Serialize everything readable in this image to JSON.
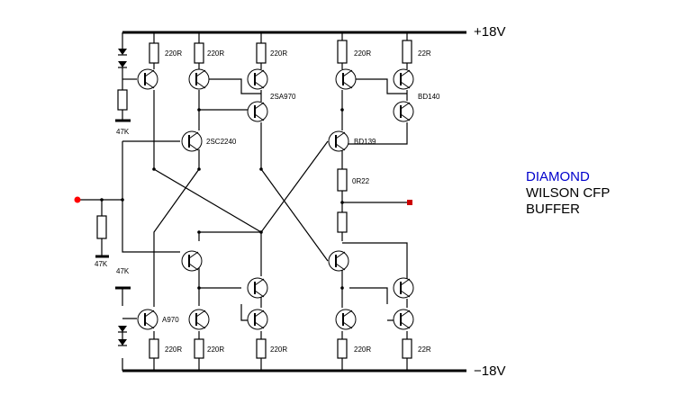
{
  "rails": {
    "positive": "+18V",
    "negative": "−18V"
  },
  "title": {
    "line1": "DIAMOND",
    "line2": "WILSON CFP",
    "line3": "BUFFER"
  },
  "colors": {
    "accent": "#0000cc",
    "input_node": "#ff0000",
    "output_node": "#cc0000"
  },
  "labels": {
    "r_top_1": "220R",
    "r_top_2": "220R",
    "r_top_3": "220R",
    "r_top_4": "220R",
    "r_top_5": "22R",
    "r_bot_1": "220R",
    "r_bot_2": "220R",
    "r_bot_3": "220R",
    "r_bot_4": "220R",
    "r_bot_5": "22R",
    "pot_top": "47K",
    "pot_in": "47K",
    "pot_bot": "47K",
    "q_2sa970": "2SA970",
    "q_2sc2240": "2SC2240",
    "q_a970": "A970",
    "q_bd140": "BD140",
    "q_bd139": "BD139",
    "r_emitter": "0R22"
  }
}
